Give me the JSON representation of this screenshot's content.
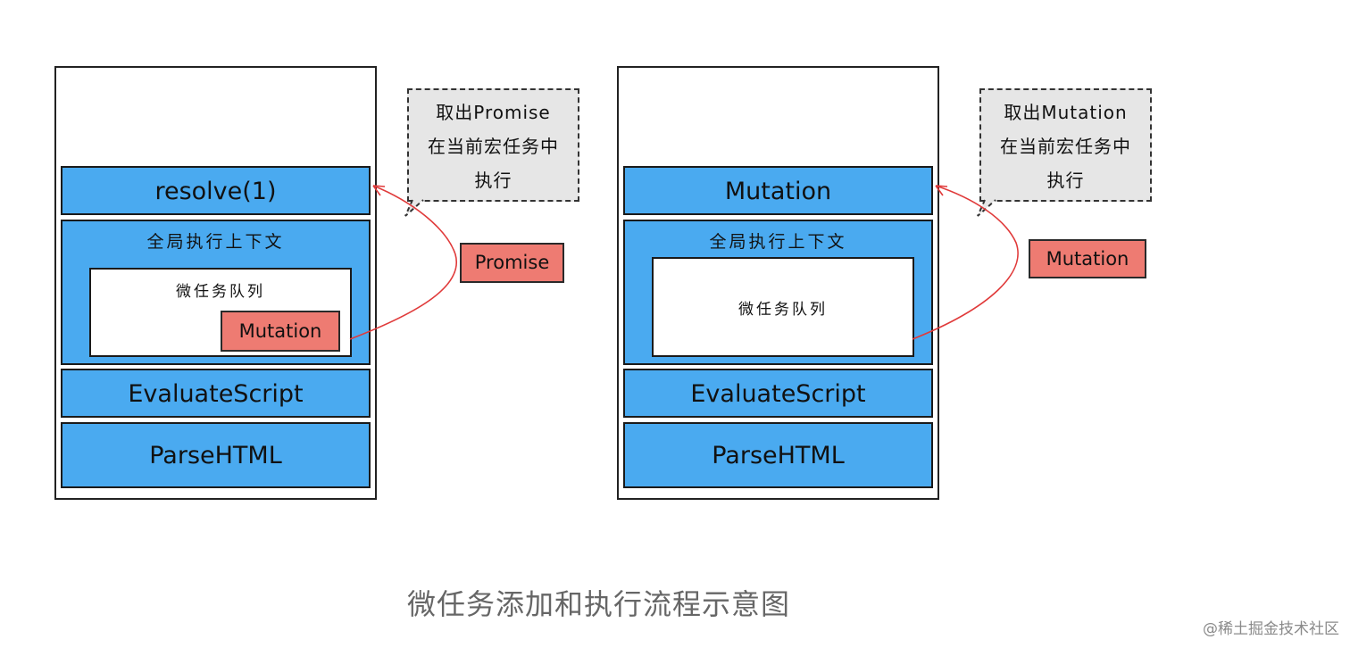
{
  "caption": "微任务添加和执行流程示意图",
  "watermark": "@稀土掘金技术社区",
  "colors": {
    "frame_fill": "#4aaaf0",
    "tag_fill": "#ee7b72",
    "bubble_fill": "#e6e6e6",
    "arrow": "#e03a3a"
  },
  "left": {
    "top_frame": "resolve(1)",
    "global_context": "全局执行上下文",
    "microtask_queue": "微任务队列",
    "queue_item": "Mutation",
    "evaluate_script": "EvaluateScript",
    "parse_html": "ParseHTML",
    "pointer_tag": "Promise",
    "bubble_lines": [
      "取出Promise",
      "在当前宏任务中",
      "执行"
    ]
  },
  "right": {
    "top_frame": "Mutation",
    "global_context": "全局执行上下文",
    "microtask_queue": "微任务队列",
    "evaluate_script": "EvaluateScript",
    "parse_html": "ParseHTML",
    "pointer_tag": "Mutation",
    "bubble_lines": [
      "取出Mutation",
      "在当前宏任务中",
      "执行"
    ]
  }
}
